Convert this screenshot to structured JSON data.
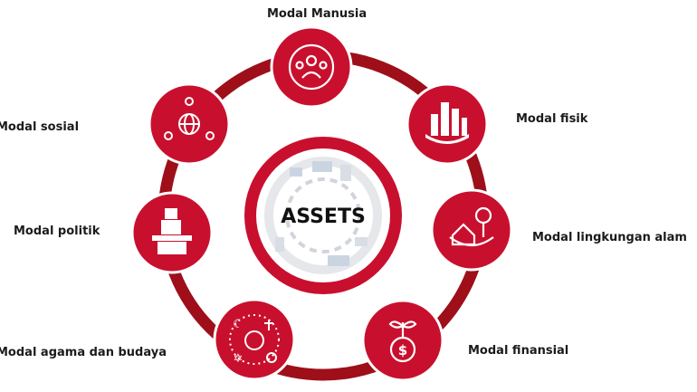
{
  "center": {
    "text": "ASSETS"
  },
  "nodes": [
    {
      "id": "manusia",
      "label": "Modal Manusia",
      "icon": "people-target-icon"
    },
    {
      "id": "fisik",
      "label": "Modal fisik",
      "icon": "buildings-icon"
    },
    {
      "id": "lingkungan",
      "label": "Modal lingkungan alam",
      "icon": "house-tree-globe-icon"
    },
    {
      "id": "finansial",
      "label": "Modal finansial",
      "icon": "money-plant-icon"
    },
    {
      "id": "agama",
      "label": "Modal agama dan budaya",
      "icon": "religion-symbols-icon"
    },
    {
      "id": "politik",
      "label": "Modal politik",
      "icon": "podium-speaker-icon"
    },
    {
      "id": "sosial",
      "label": "Modal sosial",
      "icon": "globe-network-icon"
    }
  ],
  "colors": {
    "ring": "#9e0f1a",
    "node": "#c8102e",
    "node_border": "#ffffff",
    "label": "#1b1b1b"
  }
}
